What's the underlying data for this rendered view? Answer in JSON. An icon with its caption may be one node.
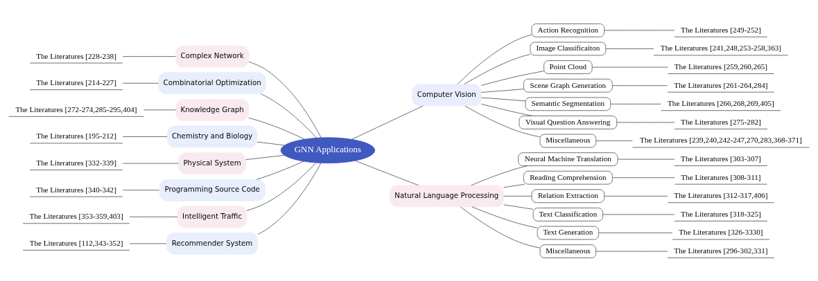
{
  "diagram": {
    "nodes": [
      {
        "text": [
          "GNN Applications"
        ]
      },
      {
        "text": [
          "Complex Network"
        ]
      },
      {
        "text": [
          "The Literatures [228-238]"
        ]
      },
      {
        "text": [
          "Combinatorial Optimization"
        ]
      },
      {
        "text": [
          "The Literatures [214-227]"
        ]
      },
      {
        "text": [
          "Knowledge Graph"
        ]
      },
      {
        "text": [
          "The Literatures [272-274,285-295,404]"
        ]
      },
      {
        "text": [
          "Chemistry and Biology"
        ]
      },
      {
        "text": [
          "The Literatures [195-212]"
        ]
      },
      {
        "text": [
          "Physical System"
        ]
      },
      {
        "text": [
          "The Literatures [332-339]"
        ]
      },
      {
        "text": [
          "Programming Source Code"
        ]
      },
      {
        "text": [
          "The Literatures [340-342]"
        ]
      },
      {
        "text": [
          "Intelligent Traffic"
        ]
      },
      {
        "text": [
          "The Literatures [353-359,403]"
        ]
      },
      {
        "text": [
          "Recommender System"
        ]
      },
      {
        "text": [
          "The Literatures [112,343-352]"
        ]
      },
      {
        "text": [
          "Computer Vision"
        ]
      },
      {
        "text": [
          "Action Recognition"
        ]
      },
      {
        "text": [
          "The Literatures [249-252]"
        ]
      },
      {
        "text": [
          "Image Classificaiton"
        ]
      },
      {
        "text": [
          "The Literatures [241,248,253-258,363]"
        ]
      },
      {
        "text": [
          "Point Cloud"
        ]
      },
      {
        "text": [
          "The Literatures [259,260,265]"
        ]
      },
      {
        "text": [
          "Scene Graph Generation"
        ]
      },
      {
        "text": [
          "The Literatures [261-264,284]"
        ]
      },
      {
        "text": [
          "Semantic Segmentation"
        ]
      },
      {
        "text": [
          "The Literatures [266,268,269,405]"
        ]
      },
      {
        "text": [
          "Visual Question Answering"
        ]
      },
      {
        "text": [
          "The Literatures [275-282]"
        ]
      },
      {
        "text": [
          "Miscellaneous"
        ]
      },
      {
        "text": [
          "The Literatures [239,240,242-247,270,283,368-371]"
        ]
      },
      {
        "text": [
          "Natural Language Processing"
        ]
      },
      {
        "text": [
          "Neural Machine Translation"
        ]
      },
      {
        "text": [
          "The Literatures [303-307]"
        ]
      },
      {
        "text": [
          "Reading Comprehension"
        ]
      },
      {
        "text": [
          "The Literatures [308-311]"
        ]
      },
      {
        "text": [
          "Relation Extraction"
        ]
      },
      {
        "text": [
          "The Literatures [312-317,406]"
        ]
      },
      {
        "text": [
          "Text Classification"
        ]
      },
      {
        "text": [
          "The Literatures [318-325]"
        ]
      },
      {
        "text": [
          "Text Generation"
        ]
      },
      {
        "text": [
          "The Literatures [326-3330]"
        ]
      },
      {
        "text": [
          "Miscellaneous"
        ]
      },
      {
        "text": [
          "The Literatures [296-302,331]"
        ]
      }
    ],
    "edges": [
      {
        "from": 2,
        "to": 1,
        "arrow": "none"
      },
      {
        "from": 1,
        "to": 0,
        "arrow": "none"
      },
      {
        "from": 4,
        "to": 3,
        "arrow": "none"
      },
      {
        "from": 3,
        "to": 0,
        "arrow": "none"
      },
      {
        "from": 6,
        "to": 5,
        "arrow": "none"
      },
      {
        "from": 5,
        "to": 0,
        "arrow": "none"
      },
      {
        "from": 8,
        "to": 7,
        "arrow": "none"
      },
      {
        "from": 7,
        "to": 0,
        "arrow": "none"
      },
      {
        "from": 10,
        "to": 9,
        "arrow": "none"
      },
      {
        "from": 9,
        "to": 0,
        "arrow": "none"
      },
      {
        "from": 12,
        "to": 11,
        "arrow": "none"
      },
      {
        "from": 11,
        "to": 0,
        "arrow": "none"
      },
      {
        "from": 14,
        "to": 13,
        "arrow": "none"
      },
      {
        "from": 13,
        "to": 0,
        "arrow": "none"
      },
      {
        "from": 16,
        "to": 15,
        "arrow": "none"
      },
      {
        "from": 15,
        "to": 0,
        "arrow": "none"
      },
      {
        "from": 0,
        "to": 17,
        "arrow": "none"
      },
      {
        "from": 17,
        "to": 18,
        "arrow": "none"
      },
      {
        "from": 18,
        "to": 19,
        "arrow": "none"
      },
      {
        "from": 17,
        "to": 20,
        "arrow": "none"
      },
      {
        "from": 20,
        "to": 21,
        "arrow": "none"
      },
      {
        "from": 17,
        "to": 22,
        "arrow": "none"
      },
      {
        "from": 22,
        "to": 23,
        "arrow": "none"
      },
      {
        "from": 17,
        "to": 24,
        "arrow": "none"
      },
      {
        "from": 24,
        "to": 25,
        "arrow": "none"
      },
      {
        "from": 17,
        "to": 26,
        "arrow": "none"
      },
      {
        "from": 26,
        "to": 27,
        "arrow": "none"
      },
      {
        "from": 17,
        "to": 28,
        "arrow": "none"
      },
      {
        "from": 28,
        "to": 29,
        "arrow": "none"
      },
      {
        "from": 17,
        "to": 30,
        "arrow": "none"
      },
      {
        "from": 30,
        "to": 31,
        "arrow": "none"
      },
      {
        "from": 0,
        "to": 32,
        "arrow": "none"
      },
      {
        "from": 32,
        "to": 33,
        "arrow": "none"
      },
      {
        "from": 33,
        "to": 34,
        "arrow": "none"
      },
      {
        "from": 32,
        "to": 35,
        "arrow": "none"
      },
      {
        "from": 35,
        "to": 36,
        "arrow": "none"
      },
      {
        "from": 32,
        "to": 37,
        "arrow": "none"
      },
      {
        "from": 37,
        "to": 38,
        "arrow": "none"
      },
      {
        "from": 32,
        "to": 39,
        "arrow": "none"
      },
      {
        "from": 39,
        "to": 40,
        "arrow": "none"
      },
      {
        "from": 32,
        "to": 41,
        "arrow": "none"
      },
      {
        "from": 41,
        "to": 42,
        "arrow": "none"
      },
      {
        "from": 32,
        "to": 43,
        "arrow": "none"
      },
      {
        "from": 43,
        "to": 44,
        "arrow": "none"
      }
    ]
  }
}
